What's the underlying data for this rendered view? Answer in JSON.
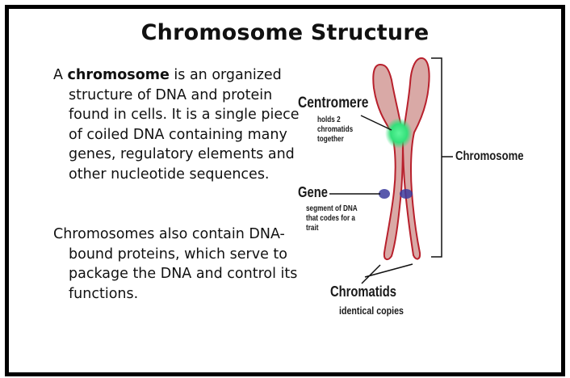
{
  "slide": {
    "title": "Chromosome Structure",
    "paragraph1": {
      "prefix": "A ",
      "bold_term": "chromosome",
      "rest": " is an organized structure of DNA and protein found in cells. It is a single piece of coiled DNA containing many genes, regulatory elements and other nucleotide sequences."
    },
    "paragraph2": "Chromosomes also contain DNA-bound proteins, which serve to package the DNA and control its functions."
  },
  "diagram": {
    "labels": {
      "centromere": "Centromere",
      "centromere_desc": [
        "holds 2",
        "chromatids",
        "together"
      ],
      "gene": "Gene",
      "gene_desc": [
        "segment of DNA",
        "that codes for a",
        "trait"
      ],
      "chromosome": "Chromosome",
      "chromatids": "Chromatids",
      "chromatids_desc": "identical copies"
    },
    "colors": {
      "chromosome_fill": "#d9a9a6",
      "chromosome_outline": "#b8202c",
      "centromere": "#33e07a",
      "gene_band": "#3c3c9e"
    }
  }
}
